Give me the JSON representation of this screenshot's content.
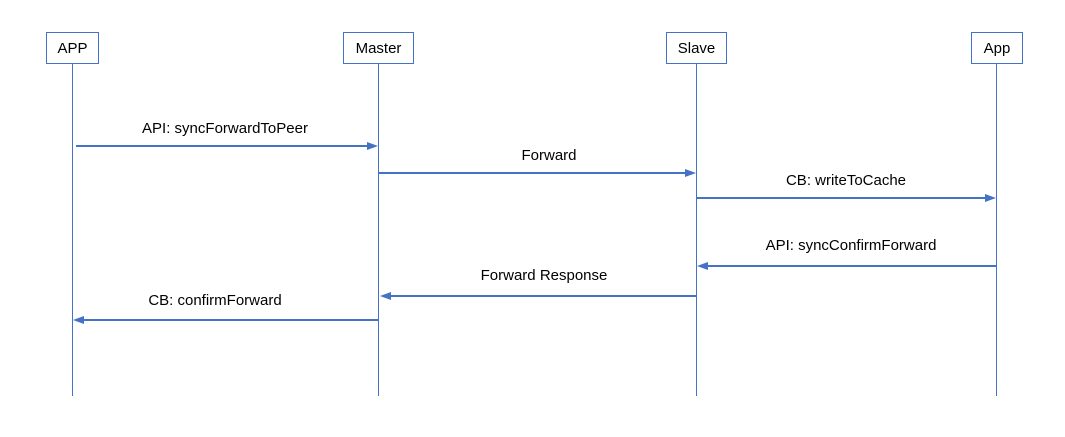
{
  "diagram": {
    "type": "sequence-diagram",
    "colors": {
      "line": "#4472C4",
      "text": "#000000",
      "background": "#FFFFFF"
    },
    "actors": [
      {
        "label": "APP"
      },
      {
        "label": "Master"
      },
      {
        "label": "Slave"
      },
      {
        "label": "App"
      }
    ],
    "messages": [
      {
        "label": "API: syncForwardToPeer",
        "from": "APP",
        "to": "Master",
        "direction": "right"
      },
      {
        "label": "Forward",
        "from": "Master",
        "to": "Slave",
        "direction": "right"
      },
      {
        "label": "CB: writeToCache",
        "from": "Slave",
        "to": "App",
        "direction": "right"
      },
      {
        "label": "API: syncConfirmForward",
        "from": "App",
        "to": "Slave",
        "direction": "left"
      },
      {
        "label": "Forward Response",
        "from": "Slave",
        "to": "Master",
        "direction": "left"
      },
      {
        "label": "CB: confirmForward",
        "from": "Master",
        "to": "APP",
        "direction": "left"
      }
    ]
  }
}
